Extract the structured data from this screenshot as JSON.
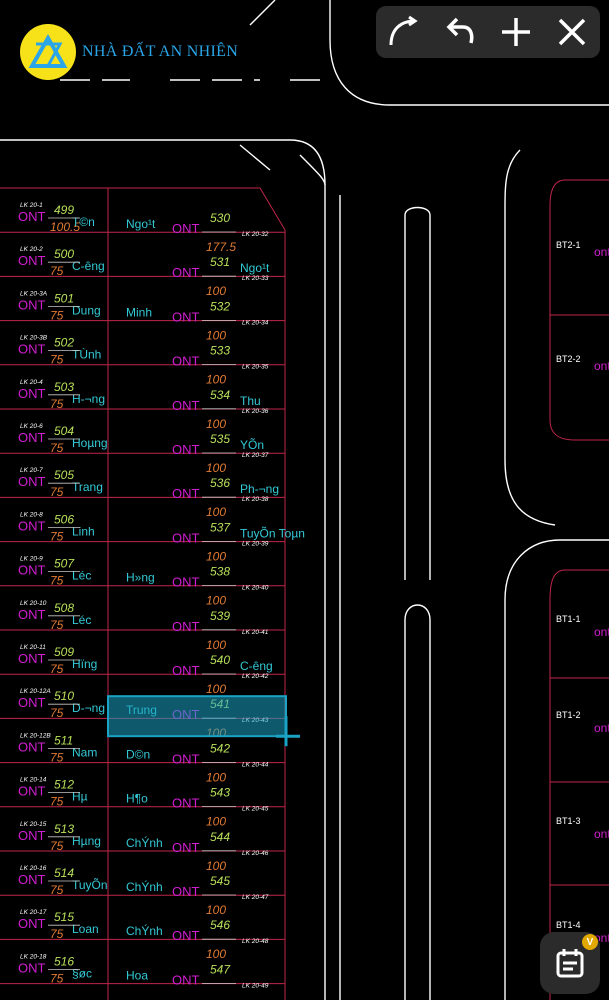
{
  "brand": {
    "name": "NHÀ ĐẤT AN NHIÊN"
  },
  "toolbar": {
    "icons": [
      "curve-icon",
      "undo-icon",
      "plus-icon",
      "close-icon"
    ]
  },
  "calendar": {
    "badge": "V"
  },
  "colors": {
    "background": "#000000",
    "land_use": "#d11ed1",
    "lot_number": "#b8e05a",
    "area": "#e07a33",
    "owner": "#33c9d6",
    "boundary": "#c0264a",
    "road": "#ffffff",
    "selection": "#1aa3c4"
  },
  "map": {
    "blocks_right": [
      "BT2-1",
      "BT2-2",
      "BT1-1",
      "BT1-2",
      "BT1-3",
      "BT1-4"
    ],
    "ont_side": "ont",
    "left_column": [
      {
        "code": "LK 20-1",
        "owner": "T©n",
        "number": "499",
        "area": "100.5"
      },
      {
        "code": "LK 20-2",
        "owner": "C-êng",
        "number": "500",
        "area": "75"
      },
      {
        "code": "LK 20-3A",
        "owner": "Dung",
        "number": "501",
        "area": "75"
      },
      {
        "code": "LK 20-3B",
        "owner": "TÙnh",
        "number": "502",
        "area": "75"
      },
      {
        "code": "LK 20-4",
        "owner": "H-¬ng",
        "number": "503",
        "area": "75"
      },
      {
        "code": "LK 20-6",
        "owner": "Hoµng",
        "number": "504",
        "area": "75"
      },
      {
        "code": "LK 20-7",
        "owner": "Trang",
        "number": "505",
        "area": "75"
      },
      {
        "code": "LK 20-8",
        "owner": "Linh",
        "number": "506",
        "area": "75"
      },
      {
        "code": "LK 20-9",
        "owner": "Léc",
        "number": "507",
        "area": "75"
      },
      {
        "code": "LK 20-10",
        "owner": "Léc",
        "number": "508",
        "area": "75"
      },
      {
        "code": "LK 20-11",
        "owner": "Hïng",
        "number": "509",
        "area": "75"
      },
      {
        "code": "LK 20-12A",
        "owner": "D-¬ng",
        "number": "510",
        "area": "75"
      },
      {
        "code": "LK 20-12B",
        "owner": "Nam",
        "number": "511",
        "area": "75"
      },
      {
        "code": "LK 20-14",
        "owner": "Hµ",
        "number": "512",
        "area": "75"
      },
      {
        "code": "LK 20-15",
        "owner": "Hµng",
        "number": "513",
        "area": "75"
      },
      {
        "code": "LK 20-16",
        "owner": "TuyÕn",
        "number": "514",
        "area": "75"
      },
      {
        "code": "LK 20-17",
        "owner": "Loan",
        "number": "515",
        "area": "75"
      },
      {
        "code": "LK 20-18",
        "owner": "§øc",
        "number": "516",
        "area": "75"
      }
    ],
    "middle_column": [
      {
        "code": "LK 20-32",
        "owner": "Ngo¹t",
        "number": "530",
        "area": "177.5"
      },
      {
        "code": "LK 20-33",
        "owner": "Ngo¹t",
        "number": "531",
        "area": "100"
      },
      {
        "code": "LK 20-34",
        "owner": "Minh",
        "number": "532",
        "area": "100"
      },
      {
        "code": "LK 20-35",
        "owner": "",
        "number": "533",
        "area": "100"
      },
      {
        "code": "LK 20-36",
        "owner": "Thu",
        "number": "534",
        "area": "100"
      },
      {
        "code": "LK 20-37",
        "owner": "YÕn",
        "number": "535",
        "area": "100"
      },
      {
        "code": "LK 20-38",
        "owner": "Ph-¬ng",
        "number": "536",
        "area": "100"
      },
      {
        "code": "LK 20-39",
        "owner": "TuyÕn Toµn",
        "number": "537",
        "area": "100"
      },
      {
        "code": "LK 20-40",
        "owner": "H»ng",
        "number": "538",
        "area": "100"
      },
      {
        "code": "LK 20-41",
        "owner": "",
        "number": "539",
        "area": "100"
      },
      {
        "code": "LK 20-42",
        "owner": "C-êng",
        "number": "540",
        "area": "100"
      },
      {
        "code": "LK 20-43",
        "owner": "Trung",
        "number": "541",
        "area": "100",
        "selected": true
      },
      {
        "code": "LK 20-44",
        "owner": "D©n",
        "number": "542",
        "area": "100"
      },
      {
        "code": "LK 20-45",
        "owner": "H¶o",
        "number": "543",
        "area": "100"
      },
      {
        "code": "LK 20-46",
        "owner": "ChÝnh",
        "number": "544",
        "area": "100"
      },
      {
        "code": "LK 20-47",
        "owner": "ChÝnh",
        "number": "545",
        "area": "100"
      },
      {
        "code": "LK 20-48",
        "owner": "ChÝnh",
        "number": "546",
        "area": "100"
      },
      {
        "code": "LK 20-49",
        "owner": "Hoa",
        "number": "547",
        "area": ""
      }
    ],
    "land_use_label": "ONT"
  }
}
